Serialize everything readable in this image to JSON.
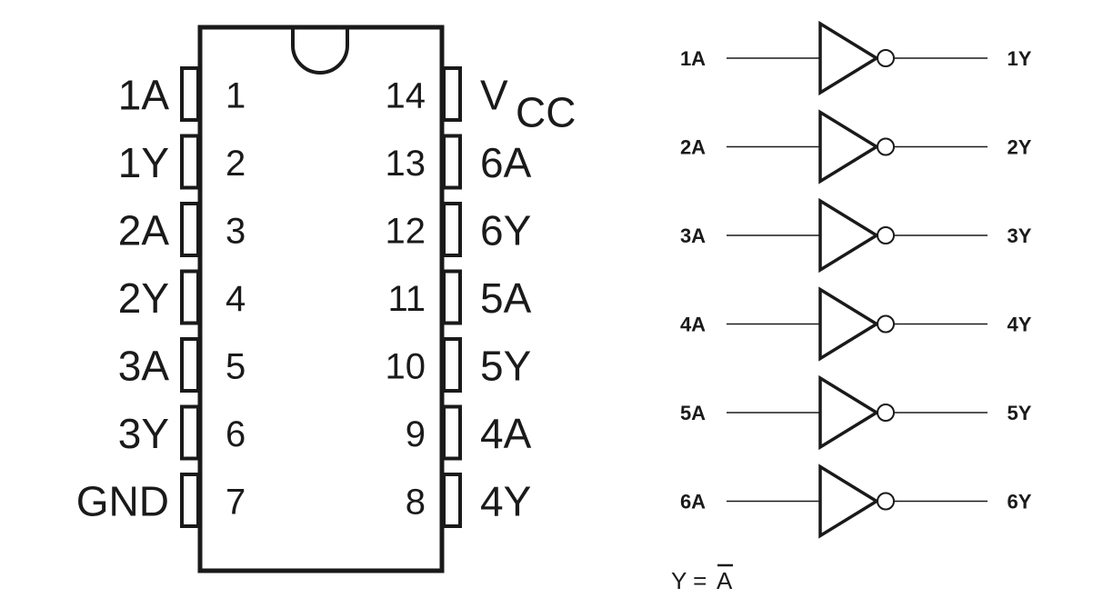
{
  "package": {
    "left_pins": [
      {
        "number": "1",
        "label": "1A"
      },
      {
        "number": "2",
        "label": "1Y"
      },
      {
        "number": "3",
        "label": "2A"
      },
      {
        "number": "4",
        "label": "2Y"
      },
      {
        "number": "5",
        "label": "3A"
      },
      {
        "number": "6",
        "label": "3Y"
      },
      {
        "number": "7",
        "label": "GND"
      }
    ],
    "right_pins": [
      {
        "number": "14",
        "label": "V",
        "label_sub": "CC"
      },
      {
        "number": "13",
        "label": "6A"
      },
      {
        "number": "12",
        "label": "6Y"
      },
      {
        "number": "11",
        "label": "5A"
      },
      {
        "number": "10",
        "label": "5Y"
      },
      {
        "number": "9",
        "label": "4A"
      },
      {
        "number": "8",
        "label": "4Y"
      }
    ]
  },
  "gates": [
    {
      "input": "1A",
      "output": "1Y"
    },
    {
      "input": "2A",
      "output": "2Y"
    },
    {
      "input": "3A",
      "output": "3Y"
    },
    {
      "input": "4A",
      "output": "4Y"
    },
    {
      "input": "5A",
      "output": "5Y"
    },
    {
      "input": "6A",
      "output": "6Y"
    }
  ],
  "equation": {
    "lhs": "Y = ",
    "rhs_overlined": "A"
  },
  "colors": {
    "ink": "#1a1a1a",
    "background": "#ffffff"
  }
}
